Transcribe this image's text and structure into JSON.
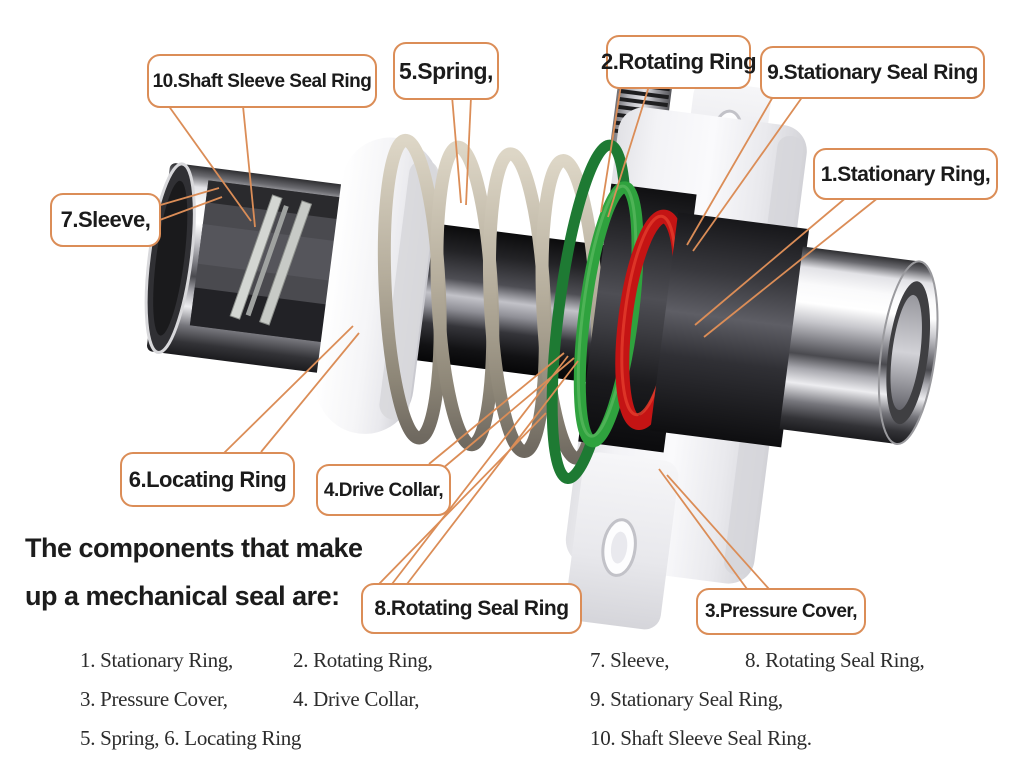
{
  "diagram": {
    "heading_line1": "The components that make",
    "heading_line2": "up a mechanical seal are:",
    "callouts": {
      "c1": "1.Stationary Ring,",
      "c2": "2.Rotating Ring",
      "c3": "3.Pressure Cover,",
      "c4": "4.Drive Collar,",
      "c5": "5.Spring,",
      "c6": "6.Locating Ring",
      "c7": "7.Sleeve,",
      "c8": "8.Rotating Seal Ring",
      "c9": "9.Stationary Seal Ring",
      "c10": "10.Shaft Sleeve Seal Ring"
    },
    "component_list": {
      "row1": [
        "1. Stationary Ring,",
        "2. Rotating Ring,",
        "7. Sleeve,",
        "8. Rotating Seal Ring,"
      ],
      "row2": [
        "3. Pressure Cover,",
        "4. Drive Collar,",
        "9. Stationary Seal Ring,"
      ],
      "row3": [
        "5. Spring, 6. Locating Ring",
        "10. Shaft Sleeve Seal Ring."
      ]
    },
    "colors": {
      "callout_border": "#DB8D57",
      "leader_line": "#DB8D57",
      "stationary_seal_ring_red": "#C41414",
      "drive_collar_green": "#1E7A33",
      "rotating_seal_ring_green": "#2FA23E",
      "label_text": "#1B1B1B"
    }
  }
}
